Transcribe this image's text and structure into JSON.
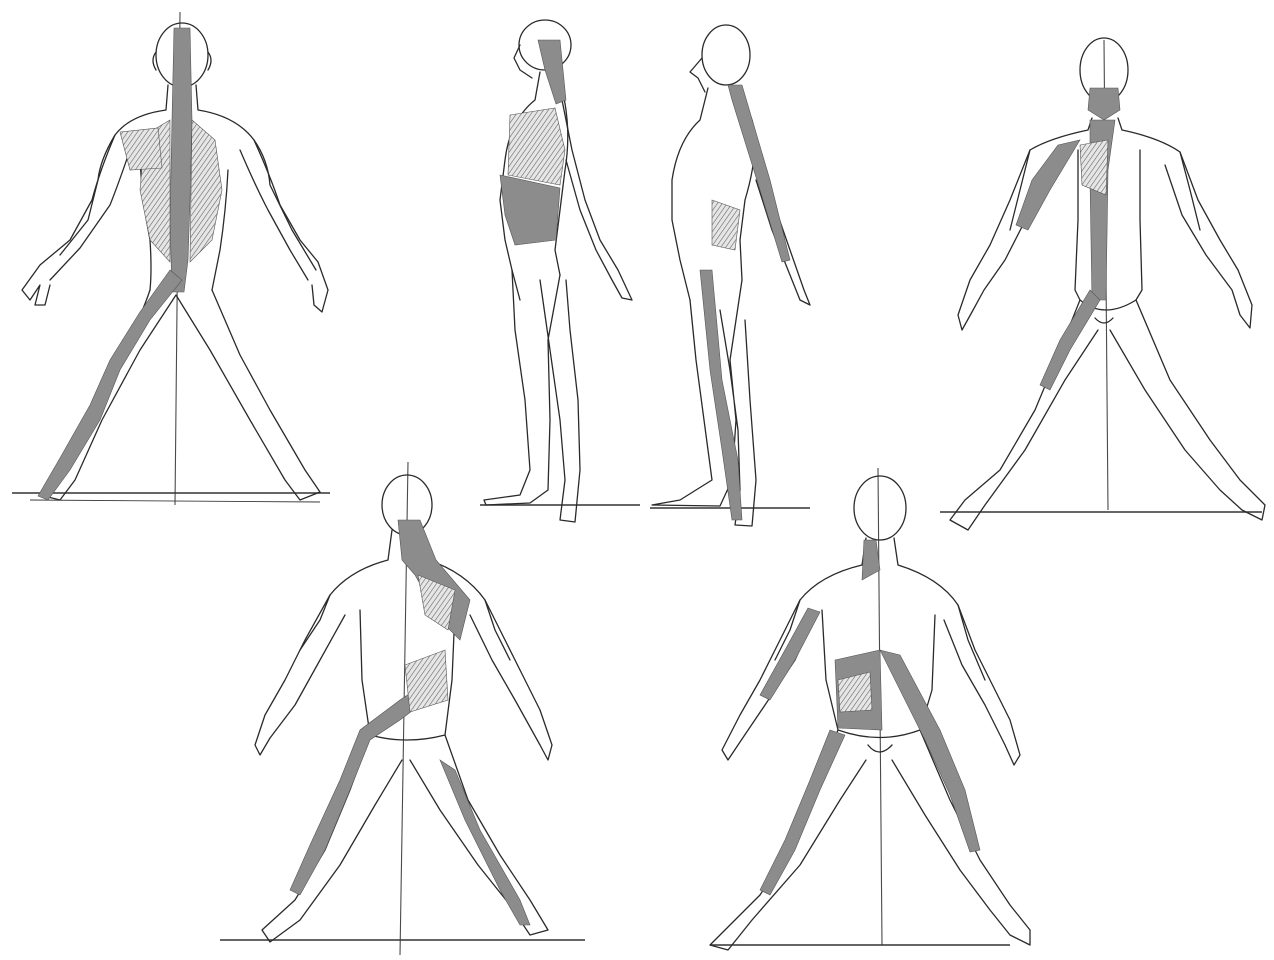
{
  "figure": {
    "background": "#ffffff",
    "line_color": "#2a2a2a",
    "highlight_color": "#8c8c8c",
    "panels": [
      {
        "id": "back-view-spiral-line",
        "view": "posterior",
        "pose": "legs-apart"
      },
      {
        "id": "left-side-view-lateral-line",
        "view": "lateral-left",
        "pose": "standing"
      },
      {
        "id": "right-side-view-lateral-line",
        "view": "lateral-right",
        "pose": "standing"
      },
      {
        "id": "front-view-line",
        "view": "anterior",
        "pose": "legs-apart"
      },
      {
        "id": "back-view-cross-line",
        "view": "posterior",
        "pose": "legs-apart"
      },
      {
        "id": "front-view-cross-line",
        "view": "anterior",
        "pose": "legs-apart"
      }
    ]
  }
}
